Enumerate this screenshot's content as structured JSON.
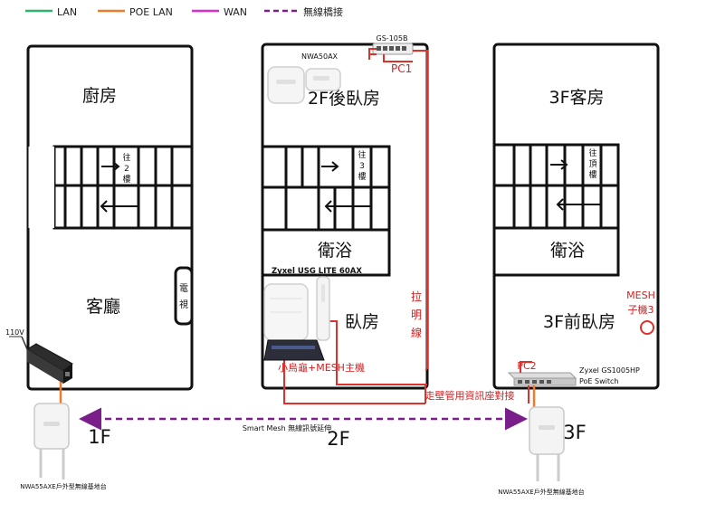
{
  "legend": {
    "lan": {
      "label": "LAN",
      "color": "#2db36b"
    },
    "poe": {
      "label": "POE LAN",
      "color": "#f07a2a"
    },
    "wan": {
      "label": "WAN",
      "color": "#e02ad6"
    },
    "wireless": {
      "label": "無線橋接",
      "color": "#7a1f8a"
    }
  },
  "colors": {
    "cable": "#e0302a",
    "label_red": "#d32020"
  },
  "buildings": {
    "f1": {
      "upper_room": "廚房",
      "stair_note": [
        "往",
        "2",
        "樓"
      ],
      "lower_room": "客廳",
      "tv": [
        "電",
        "視"
      ],
      "floor": "1F",
      "power": "110V",
      "ap_label": "NWA55AXE戶外型無線基地台"
    },
    "f2": {
      "upper_room": "2F後臥房",
      "stair_note": [
        "往",
        "3",
        "樓"
      ],
      "bath": "衛浴",
      "router_label": "Zyxel USG LITE 60AX",
      "lower_room": "臥房",
      "floor": "2F",
      "nwa_label": "NWA50AX",
      "switch_label": "GS-105B",
      "pc1": "PC1",
      "pull_wire": [
        "拉",
        "明",
        "線"
      ],
      "router_caption": "小烏龜+MESH主機",
      "wall_conduit": "走壁管用資訊座對接"
    },
    "f3": {
      "upper_room": "3F客房",
      "stair_note": [
        "往",
        "頂",
        "樓"
      ],
      "bath": "衛浴",
      "lower_room": "3F前臥房",
      "mesh_child": [
        "MESH",
        "子機3"
      ],
      "pc2": "PC2",
      "switch_label": [
        "Zyxel GS1005HP",
        "PoE Switch"
      ],
      "floor": "3F",
      "ap_label": "NWA55AXE戶外型無線基地台"
    }
  },
  "mesh_link": "Smart Mesh 無線訊號延伸"
}
